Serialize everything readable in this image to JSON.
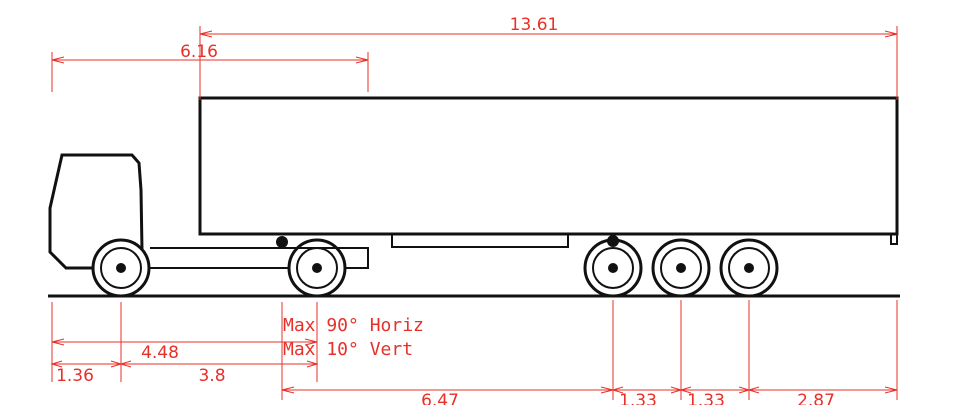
{
  "dimensions": {
    "overall_length": "13.61",
    "kingpin_from_front": "6.16",
    "front_overhang": "1.36",
    "tractor_wheelbase": "3.8",
    "front_to_rear_axle": "4.48",
    "kingpin_to_trailer_axle": "6.47",
    "trailer_axle_spacing_1": "1.33",
    "trailer_axle_spacing_2": "1.33",
    "rear_overhang": "2.87"
  },
  "notes": {
    "horizontal_articulation": "Max 90° Horiz",
    "vertical_articulation": "Max 10° Vert"
  },
  "colors": {
    "dimension_lines": "#e8302a",
    "outline": "#111111"
  }
}
